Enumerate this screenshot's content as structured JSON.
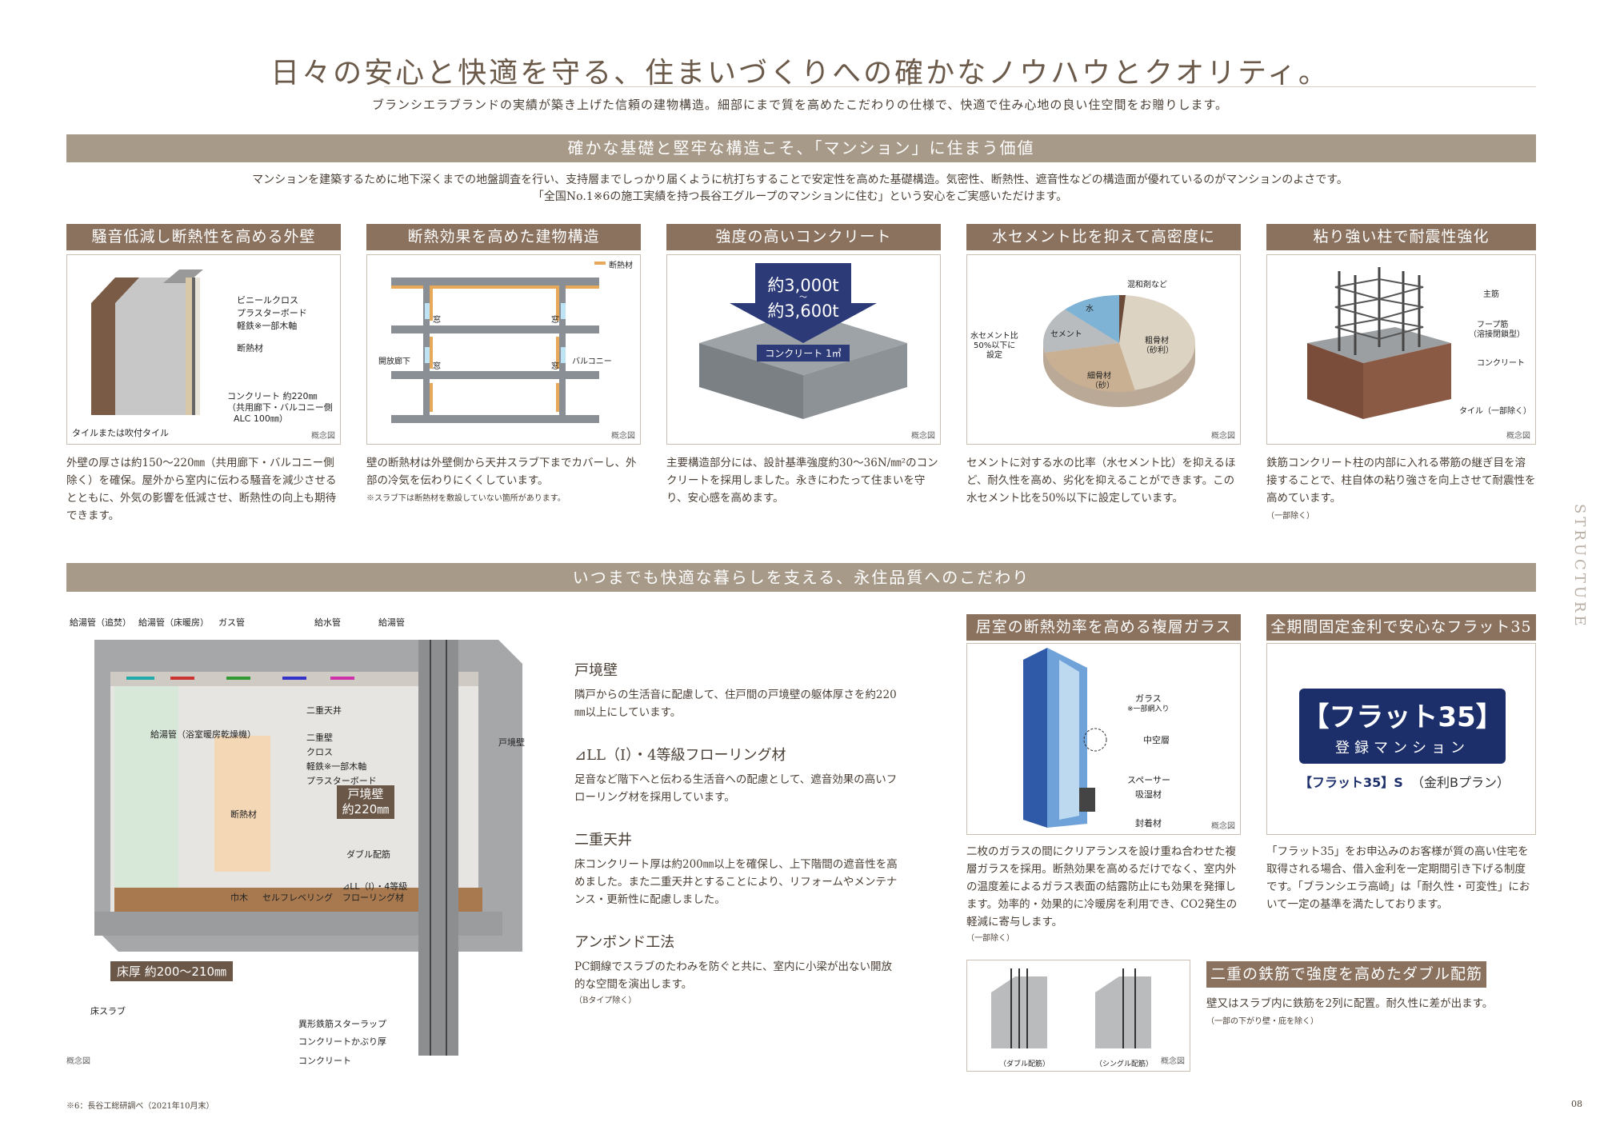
{
  "headline": "日々の安心と快適を守る、住まいづくりへの確かなノウハウとクオリティ。",
  "intro": "ブランシエラブランドの実績が築き上げた信頼の建物構造。細部にまで質を高めたこだわりの仕様で、快適で住み心地の良い住空間をお贈りします。",
  "section1": {
    "title": "確かな基礎と堅牢な構造こそ、「マンション」に住まう価値",
    "intro1": "マンションを建築するために地下深くまでの地盤調査を行い、支持層までしっかり届くように杭打ちすることで安定性を高めた基礎構造。気密性、断熱性、遮音性などの構造面が優れているのがマンションのよさです。",
    "intro2": "「全国No.1※6の施工実績を持つ長谷工グループのマンションに住む」という安心をご実感いただけます。"
  },
  "concept": "概念図",
  "cards": [
    {
      "title": "騒音低減し断熱性を高める外壁",
      "body": "外壁の厚さは約150〜220㎜（共用廊下・バルコニー側除く）を確保。屋外から室内に伝わる騒音を減少させるとともに、外気の影響を低減させ、断熱性の向上も期待できます。",
      "note": "",
      "labels": {
        "l1": "ビニールクロス",
        "l2": "プラスターボード",
        "l3": "軽鉄※一部木軸",
        "l4": "断熱材",
        "l5": "コンクリート 約220㎜",
        "l6": "（共用廊下・バルコニー側",
        "l7": "ALC 100㎜）",
        "l8": "タイルまたは吹付タイル"
      }
    },
    {
      "title": "断熱効果を高めた建物構造",
      "body": "壁の断熱材は外壁側から天井スラブ下までカバーし、外部の冷気を伝わりにくくしています。",
      "note": "※スラブ下は断熱材を敷設していない箇所があります。",
      "labels": {
        "legend": "断熱材",
        "w1": "窓",
        "w2": "窓",
        "w3": "窓",
        "w4": "窓",
        "corr": "開放廊下",
        "balc": "バルコニー"
      }
    },
    {
      "title": "強度の高いコンクリート",
      "body": "主要構造部分には、設計基準強度約30〜36N/㎜²のコンクリートを採用しました。永きにわたって住まいを守り、安心感を高めます。",
      "note": "",
      "labels": {
        "v1": "約3,000t",
        "tilde": "〜",
        "v2": "約3,600t",
        "block": "コンクリート 1㎥"
      }
    },
    {
      "title": "水セメント比を抑えて高密度に",
      "body": "セメントに対する水の比率（水セメント比）を抑えるほど、耐久性を高め、劣化を抑えることができます。この水セメント比を50%以下に設定しています。",
      "note": "",
      "labels": {
        "admix": "混和剤など",
        "water": "水",
        "cement": "セメント",
        "coarse1": "粗骨材",
        "coarse2": "（砂利）",
        "fine1": "細骨材",
        "fine2": "（砂）",
        "ratio1": "水セメント比",
        "ratio2": "50%以下に",
        "ratio3": "設定"
      }
    },
    {
      "title": "粘り強い柱で耐震性強化",
      "body": "鉄筋コンクリート柱の内部に入れる帯筋の継ぎ目を溶接することで、柱自体の粘り強さを向上させて耐震性を高めています。",
      "note": "（一部除く）",
      "labels": {
        "main": "主筋",
        "hoop1": "フープ筋",
        "hoop2": "（溶接閉鎖型）",
        "conc": "コンクリート",
        "tile": "タイル（一部除く）"
      }
    }
  ],
  "section2": {
    "title": "いつまでも快適な暮らしを支える、永住品質へのこだわり"
  },
  "diagram": {
    "top": [
      "給湯管（追焚）",
      "給湯管（床暖房）",
      "ガス管",
      "給水管",
      "給湯管"
    ],
    "double_ceiling": "二重天井",
    "floorheat": "給湯管（浴室暖房乾燥機）",
    "wall1": "二重壁",
    "wall2": "クロス",
    "wall3": "軽鉄※一部木軸",
    "wall4": "プラスターボード",
    "insul": "断熱材",
    "partition": "戸境壁",
    "partition_box1": "戸境壁",
    "partition_box2": "約220㎜",
    "double_rebar": "ダブル配筋",
    "floor1": "⊿LL（Ⅰ）・4等級",
    "floor2": "フローリング材",
    "baseboard": "巾木",
    "leveling": "セルフレベリング",
    "thickness": "床厚 約200〜210㎜",
    "slab": "床スラブ",
    "stirrup": "異形鉄筋スターラップ",
    "cover": "コンクリートかぶり厚",
    "concrete": "コンクリート"
  },
  "features": [
    {
      "title": "戸境壁",
      "body": "隣戸からの生活音に配慮して、住戸間の戸境壁の躯体厚さを約220㎜以上にしています。",
      "note": ""
    },
    {
      "title": "⊿LL（Ⅰ）・4等級フローリング材",
      "body": "足音など階下へと伝わる生活音への配慮として、遮音効果の高いフローリング材を採用しています。",
      "note": ""
    },
    {
      "title": "二重天井",
      "body": "床コンクリート厚は約200㎜以上を確保し、上下階間の遮音性を高めました。また二重天井とすることにより、リフォームやメンテナンス・更新性に配慮しました。",
      "note": ""
    },
    {
      "title": "アンボンド工法",
      "body": "PC鋼線でスラブのたわみを防ぐと共に、室内に小梁が出ない開放的な空間を演出します。",
      "note": "（Bタイプ除く）"
    }
  ],
  "glass": {
    "title": "居室の断熱効率を高める複層ガラス",
    "l1": "ガラス",
    "l2": "※一部網入り",
    "l3": "中空層",
    "l4": "スペーサー",
    "l5": "吸湿材",
    "l6": "封着材",
    "body": "二枚のガラスの間にクリアランスを設け重ね合わせた複層ガラスを採用。断熱効果を高めるだけでなく、室内外の温度差によるガラス表面の結露防止にも効果を発揮します。効率的・効果的に冷暖房を利用でき、CO2発生の軽減に寄与します。",
    "note": "（一部除く）"
  },
  "flat": {
    "title": "全期間固定金利で安心なフラット35",
    "logo": "【フラット35】",
    "reg": "登録マンション",
    "sub": "【フラット35】S",
    "plan": "（金利Bプラン）",
    "body": "「フラット35」をお申込みのお客様が質の高い住宅を取得される場合、借入金利を一定期間引き下げる制度です。「ブランシエラ高崎」は「耐久性・可変性」において一定の基準を満たしております。"
  },
  "rebar": {
    "title": "二重の鉄筋で強度を高めたダブル配筋",
    "double": "（ダブル配筋）",
    "single": "（シングル配筋）",
    "body": "壁又はスラブ内に鉄筋を2列に配置。耐久性に差が出ます。",
    "note": "（一部の下がり壁・庇を除く）"
  },
  "footnote": "※6：長谷工総研調べ（2021年10月末）",
  "pageno": "08",
  "side": "STRUCTURE"
}
